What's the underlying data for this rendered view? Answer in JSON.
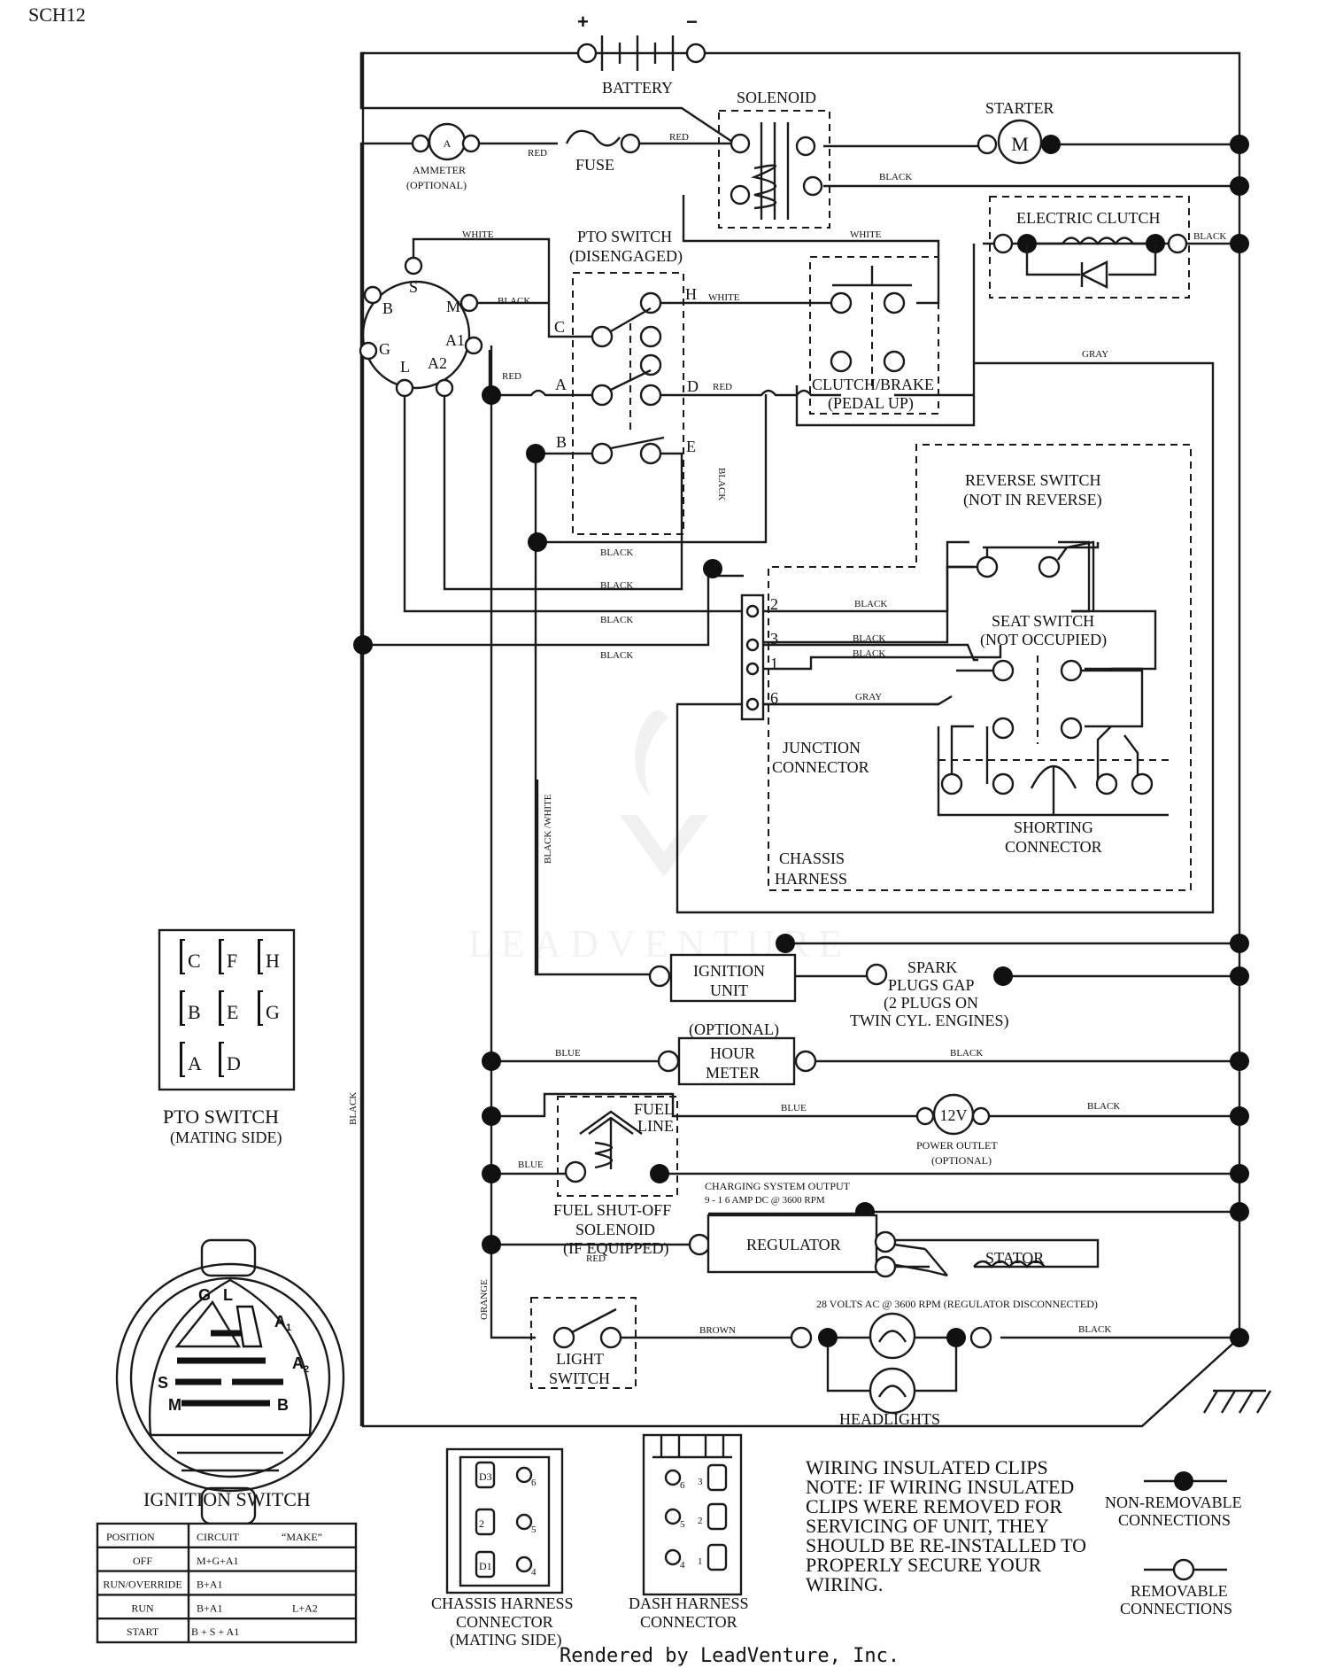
{
  "header": {
    "code": "SCH12"
  },
  "components": {
    "battery": "BATTERY",
    "battery_plus": "+",
    "battery_minus": "−",
    "solenoid": "SOLENOID",
    "starter": "STARTER",
    "starter_symbol": "M",
    "ammeter_line1": "AMMETER",
    "ammeter_line2": "(OPTIONAL)",
    "ammeter_symbol": "A",
    "fuse": "FUSE",
    "electric_clutch": "ELECTRIC CLUTCH",
    "pto_switch_line1": "PTO SWITCH",
    "pto_switch_line2": "(DISENGAGED)",
    "clutch_brake_line1": "CLUTCH/BRAKE",
    "clutch_brake_line2": "(PEDAL UP)",
    "reverse_switch_line1": "REVERSE SWITCH",
    "reverse_switch_line2": "(NOT IN REVERSE)",
    "seat_switch_line1": "SEAT SWITCH",
    "seat_switch_line2": "(NOT OCCUPIED)",
    "junction_line1": "JUNCTION",
    "junction_line2": "CONNECTOR",
    "shorting_line1": "SHORTING",
    "shorting_line2": "CONNECTOR",
    "chassis_line1": "CHASSIS",
    "chassis_line2": "HARNESS",
    "ignition_unit_line1": "IGNITION",
    "ignition_unit_line2": "UNIT",
    "spark_line1": "SPARK",
    "spark_line2": "PLUGS GAP",
    "spark_line3": "(2 PLUGS ON",
    "spark_line4": "TWIN CYL. ENGINES)",
    "optional": "(OPTIONAL)",
    "hour_meter_line1": "HOUR",
    "hour_meter_line2": "METER",
    "fuel_line_1": "FUEL",
    "fuel_line_2": "LINE",
    "power_outlet_symbol": "12V",
    "power_outlet_line1": "POWER OUTLET",
    "power_outlet_line2": "(OPTIONAL)",
    "fuel_solenoid_line1": "FUEL SHUT-OFF",
    "fuel_solenoid_line2": "SOLENOID",
    "fuel_solenoid_line3": "(IF EQUIPPED)",
    "charging_line1": "CHARGING SYSTEM OUTPUT",
    "charging_line2": "9 - 1 6 AMP DC @ 3600 RPM",
    "regulator": "REGULATOR",
    "stator": "STATOR",
    "volts_note": "28 VOLTS AC @ 3600 RPM (REGULATOR DISCONNECTED)",
    "light_switch_line1": "LIGHT",
    "light_switch_line2": "SWITCH",
    "headlights": "HEADLIGHTS"
  },
  "terminals": {
    "ign_S": "S",
    "ign_B": "B",
    "ign_M": "M",
    "ign_G": "G",
    "ign_A1": "A1",
    "ign_L": "L",
    "ign_A2": "A2",
    "pto_C": "C",
    "pto_H": "H",
    "pto_A": "A",
    "pto_D": "D",
    "pto_B": "B",
    "pto_E": "E",
    "jc_2": "2",
    "jc_3": "3",
    "jc_1": "1",
    "jc_6": "6"
  },
  "wires": {
    "red": "RED",
    "black": "BLACK",
    "white": "WHITE",
    "gray": "GRAY",
    "blue": "BLUE",
    "black_white": "BLACK /WHITE",
    "orange": "ORANGE",
    "brown": "BROWN"
  },
  "pto_mating": {
    "title": "PTO SWITCH",
    "subtitle": "(MATING SIDE)",
    "rows": [
      [
        "C",
        "F",
        "H"
      ],
      [
        "B",
        "E",
        "G"
      ],
      [
        "A",
        "D",
        ""
      ]
    ]
  },
  "ignition_switch": {
    "title": "IGNITION SWITCH",
    "face": {
      "G": "G",
      "L": "L",
      "A1": "A",
      "A1_sub": "1",
      "S": "S",
      "A2": "A",
      "A2_sub": "2",
      "M": "M",
      "B": "B"
    }
  },
  "ignition_table": {
    "headers": [
      "POSITION",
      "CIRCUIT",
      "“MAKE”"
    ],
    "rows": [
      [
        "OFF",
        "M+G+A1",
        ""
      ],
      [
        "RUN/OVERRIDE",
        "B+A1",
        ""
      ],
      [
        "RUN",
        "B+A1",
        "L+A2"
      ],
      [
        "START",
        "B + S + A1",
        ""
      ]
    ]
  },
  "chassis_connector": {
    "line1": "CHASSIS HARNESS",
    "line2": "CONNECTOR",
    "line3": "(MATING SIDE)",
    "pins_left": [
      "D3",
      "2",
      "D1"
    ],
    "pins_right": [
      "6",
      "5",
      "4"
    ]
  },
  "dash_connector": {
    "line1": "DASH HARNESS",
    "line2": "CONNECTOR",
    "pins_left": [
      "6",
      "5",
      "4"
    ],
    "pins_right": [
      "3",
      "2",
      "1"
    ]
  },
  "notes": {
    "line1": "WIRING INSULATED CLIPS",
    "line2": "NOTE:  IF WIRING INSULATED",
    "line3": "CLIPS WERE REMOVED FOR",
    "line4": "SERVICING OF UNIT, THEY",
    "line5": "SHOULD BE RE-INSTALLED TO",
    "line6": "PROPERLY SECURE YOUR",
    "line7": "WIRING."
  },
  "legend": {
    "nonremovable_line1": "NON-REMOVABLE",
    "nonremovable_line2": "CONNECTIONS",
    "removable_line1": "REMOVABLE",
    "removable_line2": "CONNECTIONS"
  },
  "watermark": "LEADVENTURE",
  "footer": "Rendered by LeadVenture, Inc."
}
